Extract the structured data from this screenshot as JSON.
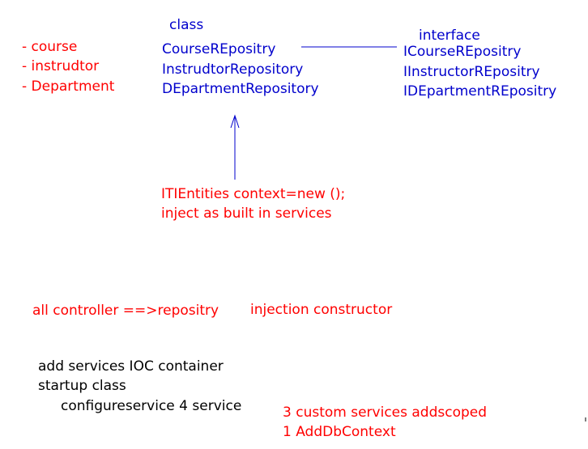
{
  "entities": {
    "items": [
      "- course",
      "- instrudtor",
      "- Department"
    ]
  },
  "class_block": {
    "heading": "class",
    "items": [
      "CourseREpositry",
      "InstrudtorRepository",
      "DEpartmentRepository"
    ]
  },
  "interface_block": {
    "heading": "interface",
    "items": [
      "ICourseREpositry",
      "IInstructorREpositry",
      "IDEpartmentREpositry"
    ]
  },
  "context_note": {
    "lines": [
      "ITIEntities context=new ();",
      "inject as built in services"
    ]
  },
  "controller_note": {
    "left": "all controller ==>repositry",
    "right": "injection constructor"
  },
  "services_note": {
    "lines": [
      "add services IOC container",
      "startup class",
      "configureservice 4 service"
    ]
  },
  "custom_note": {
    "lines": [
      "3 custom services addscoped",
      "1 AddDbContext"
    ]
  },
  "colors": {
    "red": "#ff0000",
    "blue": "#0000cc",
    "black": "#000000"
  }
}
